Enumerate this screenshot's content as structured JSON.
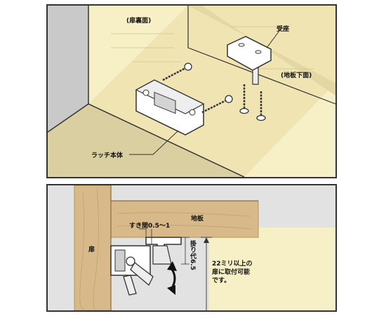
{
  "top_panel": {
    "door_back_label": "(扉裏面)",
    "strike_label": "受座",
    "floor_under_label": "(地板下面)",
    "latch_body_label": "ラッチ本体"
  },
  "bottom_panel": {
    "floor_board_label": "地板",
    "door_label": "扉",
    "gap_label": "すき間0.5～1",
    "overlap_label": "掛り代6.5",
    "thickness_note_line1": "22ミリ以上の",
    "thickness_note_line2": "扉に取付可能",
    "thickness_note_line3": "です。"
  },
  "colors": {
    "wood": "#d8b98a",
    "wood_dark": "#b8925c",
    "wall_yellow": "#f7f0c6",
    "gray_wall": "#c9c9c9",
    "line": "#333333"
  }
}
